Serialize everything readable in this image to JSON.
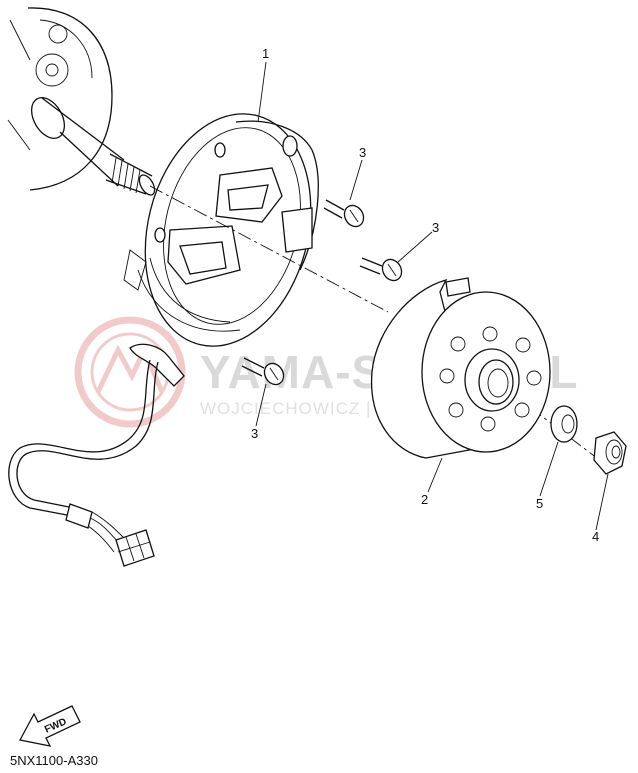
{
  "watermark": {
    "main": "YAMA-SKLEP.PL",
    "sub": "WOJCIECHOWICZ | DEALER YAMAHA"
  },
  "callouts": {
    "stator_assembly": "1",
    "rotor_assembly": "2",
    "screw_upper": "3",
    "screw_middle": "3",
    "screw_lower": "3",
    "nut": "4",
    "washer": "5"
  },
  "fwd_label": "FWD",
  "diagram_code": "5NX1100-A330",
  "colors": {
    "line": "#111111",
    "watermark_logo": "#e8a0a0",
    "watermark_text": "#d9d9d9"
  }
}
